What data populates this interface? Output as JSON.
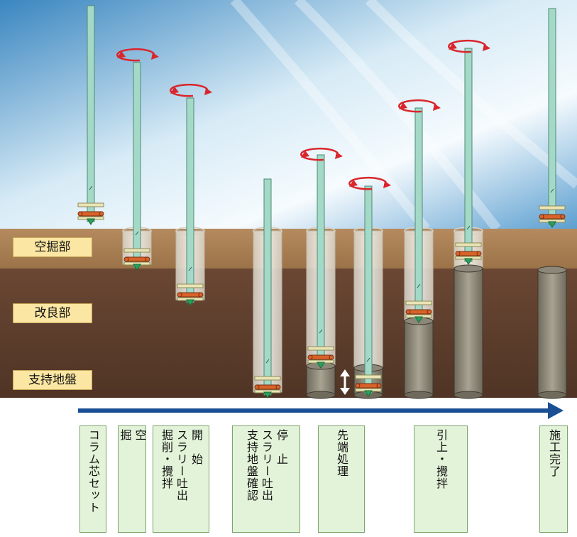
{
  "layers": {
    "empty": "空掘部",
    "improve": "改良部",
    "support": "支持地盤"
  },
  "steps": [
    {
      "lines": [
        "コラム芯セット"
      ]
    },
    {
      "lines": [
        "空",
        "掘"
      ]
    },
    {
      "lines": [
        "開　始",
        "スラリー吐出",
        "掘削・攪拌"
      ]
    },
    {
      "lines": [
        "停　止",
        "スラリー吐出",
        "支持地盤確認"
      ]
    },
    {
      "lines": [
        "先端処理"
      ]
    },
    {
      "lines": [
        "引上・攪拌"
      ]
    },
    {
      "lines": [
        "施工完了"
      ]
    }
  ],
  "colors": {
    "sky_top": "#2f7bb8",
    "sky_light": "#e9f4fb",
    "soil_upper": "#a57a4e",
    "soil_lower": "#5c3d2c",
    "rod": "#9fd6c3",
    "column": "#8c8778",
    "arrow": "#1b4f93",
    "rotation": "#d9262c"
  }
}
